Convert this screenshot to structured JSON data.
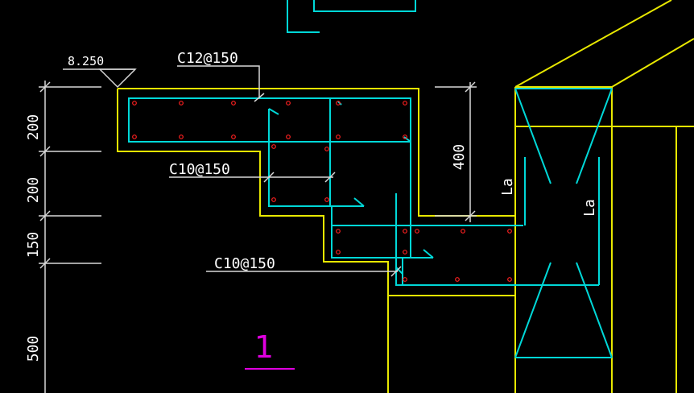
{
  "drawing": {
    "elevation": "8.250",
    "rebar_labels": [
      "C12@150",
      "C10@150",
      "C10@150"
    ],
    "dimensions": [
      "200",
      "200",
      "150",
      "500"
    ],
    "height_dim": "400",
    "anchorage": [
      "La",
      "La"
    ],
    "section_number": "1"
  },
  "colors": {
    "background": "#000000",
    "concrete_outline": "#e8e800",
    "rebar": "#00d8d8",
    "rebar_dots": "#ff2020",
    "dimension": "#d8d8d8",
    "section_mark": "#e000e0"
  }
}
